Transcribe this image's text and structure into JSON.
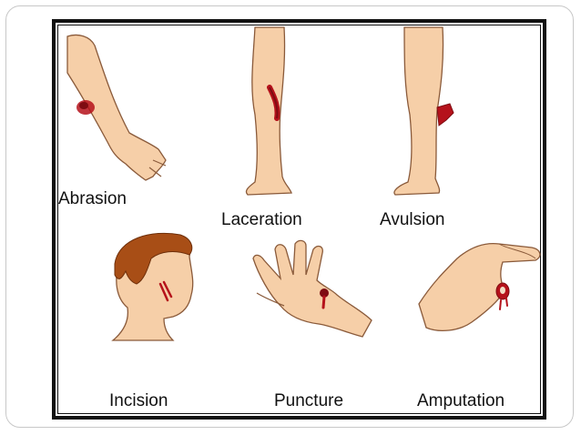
{
  "labels": {
    "abrasion": "Abrasion",
    "laceration": "Laceration",
    "avulsion": "Avulsion",
    "incision": "Incision",
    "puncture": "Puncture",
    "amputation": "Amputation"
  },
  "colors": {
    "skin": "#f6cfa8",
    "skin_outline": "#8a5a3a",
    "wound": "#b5121b",
    "hair": "#a84e16",
    "frame": "#111111"
  }
}
